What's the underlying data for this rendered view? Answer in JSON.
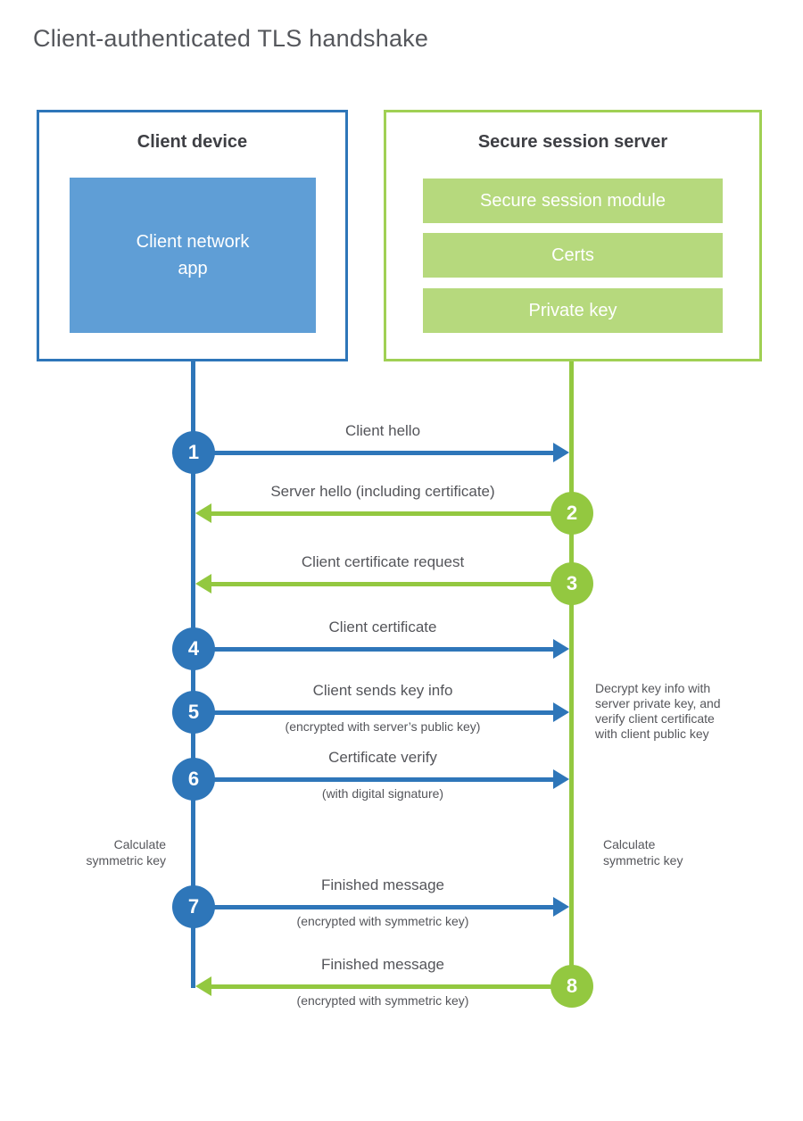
{
  "title": "Client-authenticated TLS handshake",
  "colors": {
    "client_blue": "#2e76b9",
    "client_fill_blue": "#5f9ed6",
    "server_green": "#93c840",
    "server_border_green": "#a0d054",
    "server_fill_green": "#b6d97d",
    "text_dark": "#3e3f44",
    "text_gray": "#55565b"
  },
  "client": {
    "title": "Client device",
    "module": "Client network\napp"
  },
  "server": {
    "title": "Secure session server",
    "modules": [
      "Secure session module",
      "Certs",
      "Private key"
    ]
  },
  "messages": [
    {
      "number": "1",
      "from": "client",
      "label": "Client hello",
      "sublabel": ""
    },
    {
      "number": "2",
      "from": "server",
      "label": "Server hello (including certificate)",
      "sublabel": ""
    },
    {
      "number": "3",
      "from": "server",
      "label": "Client certificate request",
      "sublabel": ""
    },
    {
      "number": "4",
      "from": "client",
      "label": "Client certificate",
      "sublabel": ""
    },
    {
      "number": "5",
      "from": "client",
      "label": "Client sends key info",
      "sublabel": "(encrypted with server’s public key)"
    },
    {
      "number": "6",
      "from": "client",
      "label": "Certificate verify",
      "sublabel": "(with digital signature)"
    },
    {
      "number": "7",
      "from": "client",
      "label": "Finished message",
      "sublabel": "(encrypted with symmetric key)"
    },
    {
      "number": "8",
      "from": "server",
      "label": "Finished message",
      "sublabel": "(encrypted with symmetric key)"
    }
  ],
  "notes": {
    "decrypt": "Decrypt key info with\nserver private key, and\nverify client certificate\nwith client public key",
    "calc_left": "Calculate\nsymmetric key",
    "calc_right": "Calculate\nsymmetric key"
  }
}
